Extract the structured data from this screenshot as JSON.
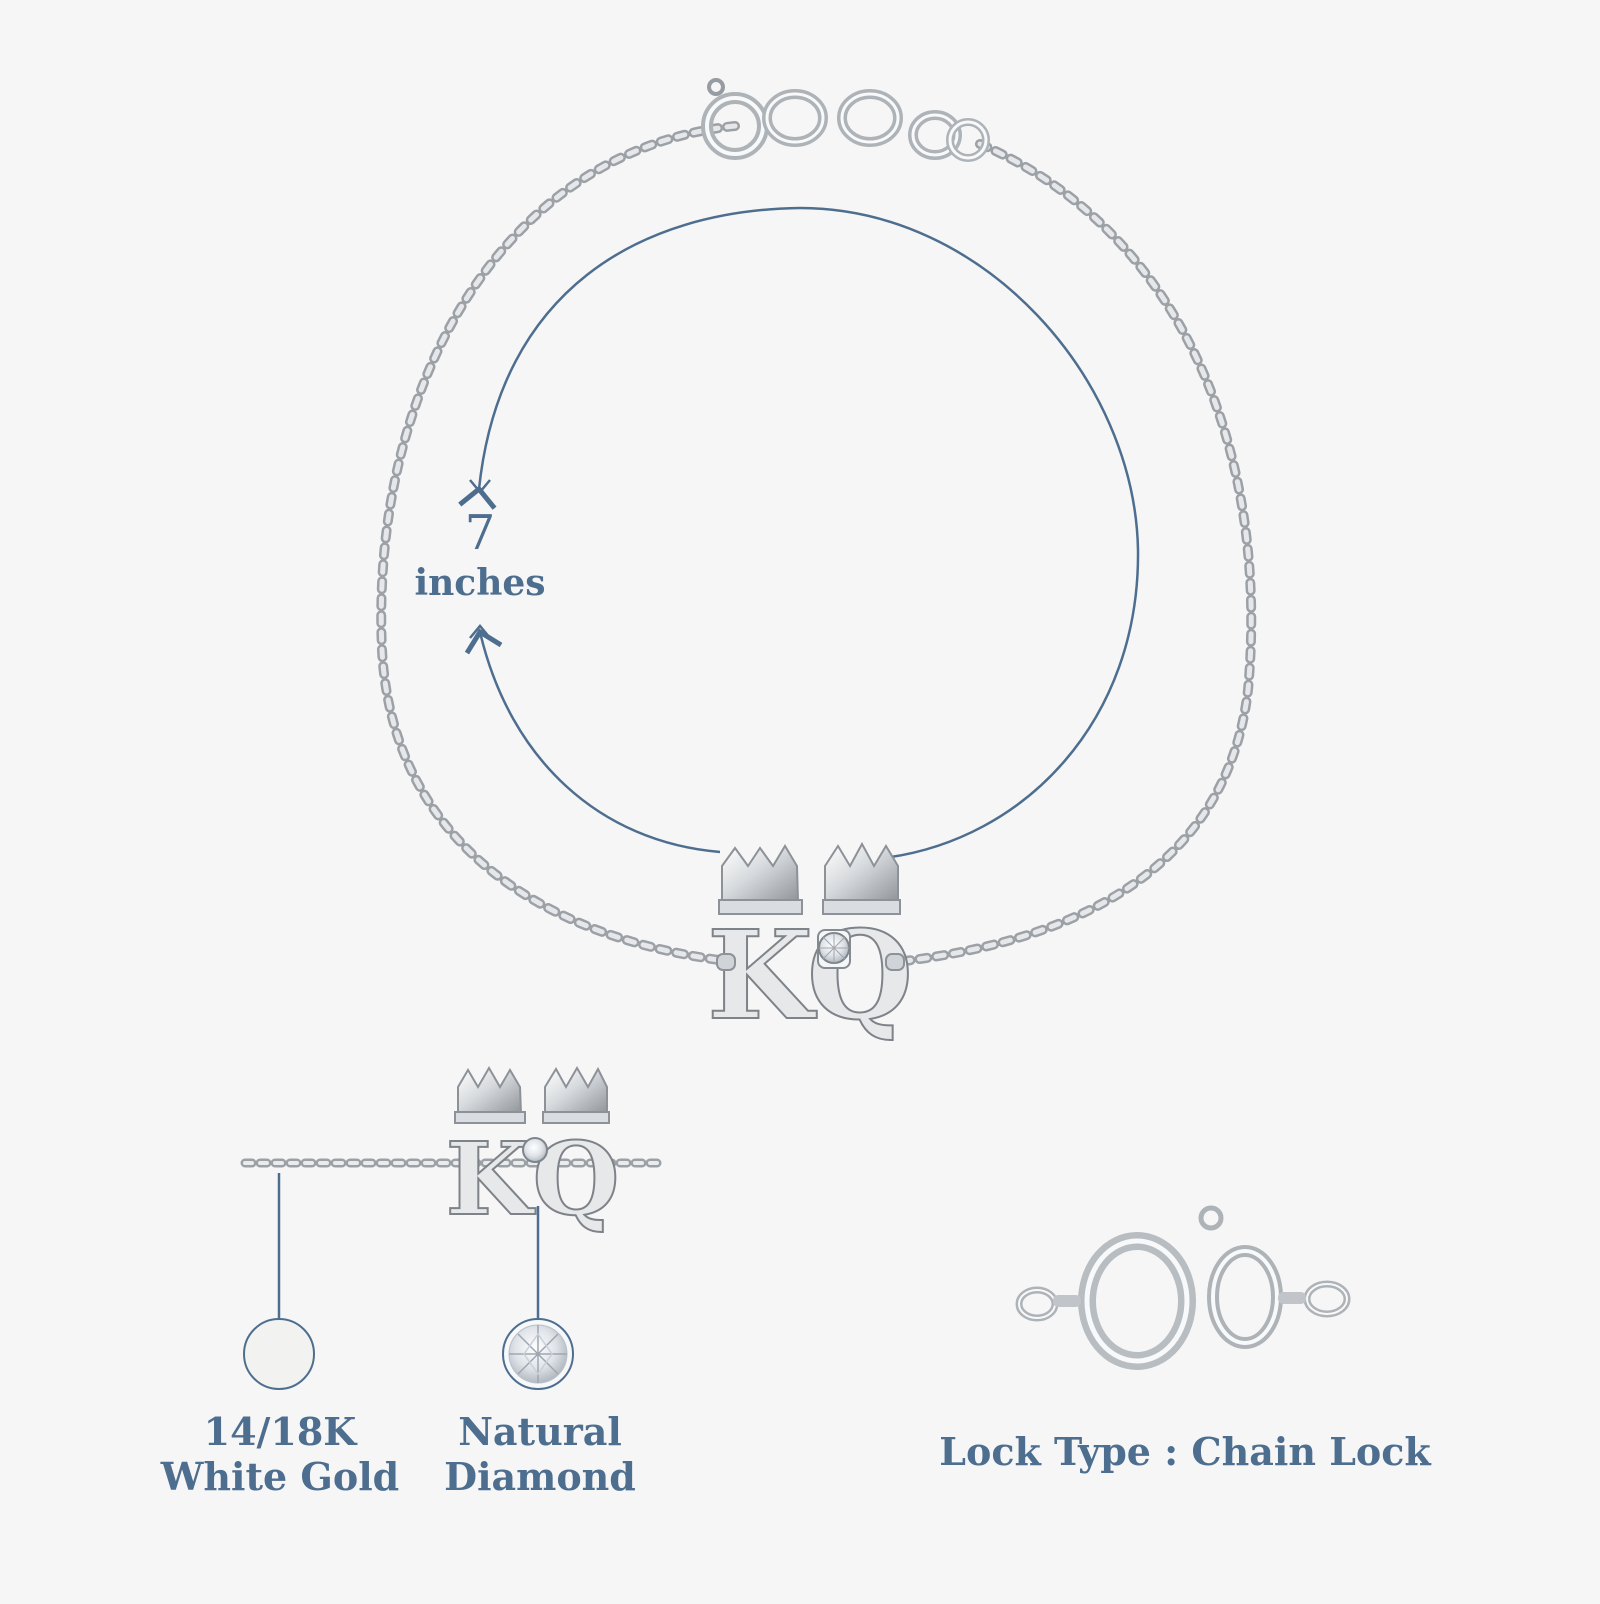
{
  "measurement": {
    "value": "7",
    "unit": "inches"
  },
  "material": {
    "line1": "14/18K",
    "line2": "White Gold"
  },
  "stone": {
    "line1": "Natural",
    "line2": "Diamond"
  },
  "lock": {
    "label": "Lock Type : Chain Lock"
  },
  "charm": {
    "letter_left": "K",
    "letter_right": "Q"
  },
  "colors": {
    "accent": "#4e6e8f",
    "background": "#f6f6f7",
    "metal": "#c9ccd1",
    "metal_dark": "#8b9096",
    "metal_highlight": "#ffffff",
    "white_gold_swatch": "#f2f2f0"
  },
  "icons": {
    "metal_swatch": "white-gold-swatch-icon",
    "stone_swatch": "diamond-swatch-icon",
    "clasp": "chain-lock-clasp-icon",
    "measure_arrow": "measurement-arrow-icon"
  }
}
